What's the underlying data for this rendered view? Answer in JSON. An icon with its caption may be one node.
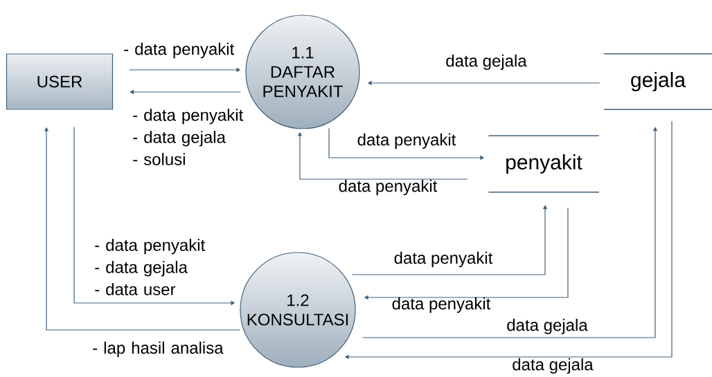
{
  "diagram": {
    "nodes": [
      {
        "text": [
          "USER"
        ]
      },
      {
        "text": [
          "1.1",
          "DAFTAR PENYAKIT"
        ]
      },
      {
        "text": [
          "gejala"
        ]
      },
      {
        "text": [
          "penyakit"
        ]
      },
      {
        "text": [
          "1.2",
          "KONSULTASI"
        ]
      }
    ],
    "edges": [
      {
        "from": 0,
        "to": 1,
        "arrow": "to",
        "label": "- data penyakit"
      },
      {
        "from": 1,
        "to": 0,
        "arrow": "to",
        "label": "- data penyakit - data gejala - solusi"
      },
      {
        "from": 2,
        "to": 1,
        "arrow": "to",
        "label": "data gejala"
      },
      {
        "from": 1,
        "to": 3,
        "arrow": "to",
        "label": "data penyakit"
      },
      {
        "from": 3,
        "to": 1,
        "arrow": "to",
        "label": "data penyakit"
      },
      {
        "from": 0,
        "to": 4,
        "arrow": "to",
        "label": "- data penyakit - data gejala - data user"
      },
      {
        "from": 4,
        "to": 0,
        "arrow": "to",
        "label": "- lap hasil analisa"
      },
      {
        "from": 4,
        "to": 3,
        "arrow": "to",
        "label": "data penyakit"
      },
      {
        "from": 3,
        "to": 4,
        "arrow": "to",
        "label": "data penyakit"
      },
      {
        "from": 4,
        "to": 2,
        "arrow": "to",
        "label": "data gejala"
      },
      {
        "from": 2,
        "to": 4,
        "arrow": "to",
        "label": "data gejala"
      }
    ]
  }
}
